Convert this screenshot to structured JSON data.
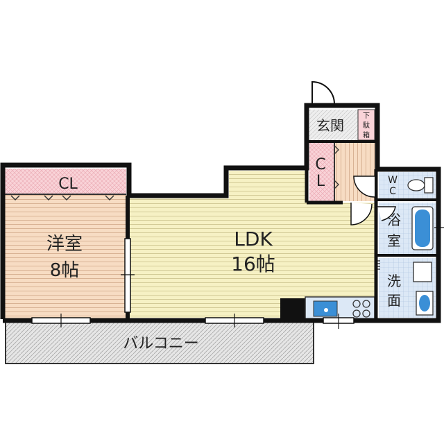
{
  "rooms": {
    "western_room": {
      "name": "洋室",
      "size": "8帖"
    },
    "ldk": {
      "name": "LDK",
      "size": "16帖"
    },
    "closet_top": {
      "label": "CL"
    },
    "closet_entry": {
      "label_line1": "C",
      "label_line2": "L"
    },
    "entrance": {
      "label": "玄関"
    },
    "shoe_box": {
      "line1": "下",
      "line2": "駄",
      "line3": "箱"
    },
    "toilet": {
      "line1": "W",
      "line2": "C"
    },
    "bathroom": {
      "line1": "浴",
      "line2": "室"
    },
    "washroom": {
      "line1": "洗",
      "line2": "面"
    },
    "balcony": {
      "label": "バルコニー"
    }
  },
  "colors": {
    "western_room_floor": "#f7dcc3",
    "ldk_floor": "#f6f1c4",
    "closet_fill": "#f9d3d8",
    "wet_area_fill": "#dce8f6",
    "balcony_fill": "#d9d9d9",
    "wall": "#111111",
    "fixture_blue": "#3b8fd6"
  }
}
